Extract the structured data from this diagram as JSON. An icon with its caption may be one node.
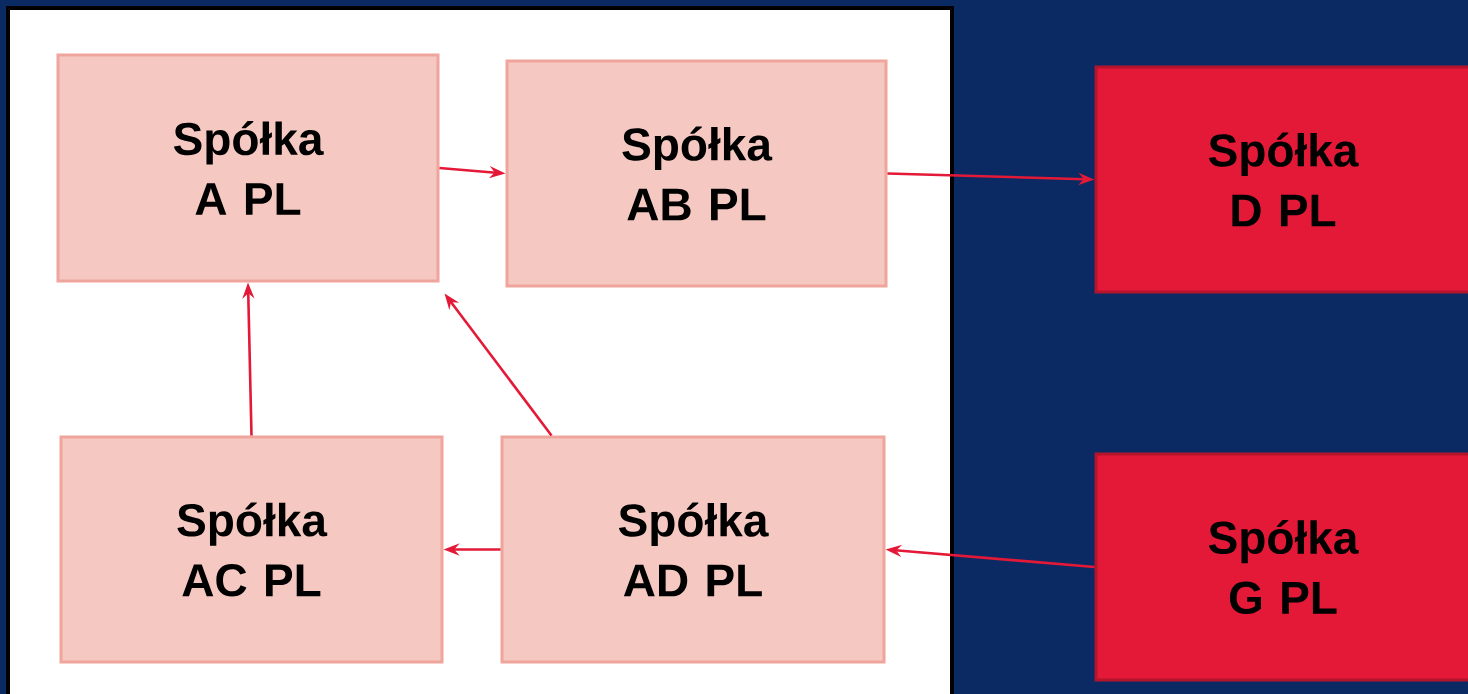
{
  "diagram": {
    "nodes": [
      {
        "text": [
          "Spółka A PL"
        ],
        "in": 6
      },
      {
        "text": [
          "Spółka AB PL"
        ],
        "in": 6
      },
      {
        "text": [
          "Spółka D PL"
        ]
      },
      {
        "text": [
          "Spółka AC PL"
        ],
        "in": 6
      },
      {
        "text": [
          "Spółka AD PL"
        ],
        "in": 6
      },
      {
        "text": [
          "Spółka G PL"
        ]
      },
      {
        "text": [],
        "shape": "box"
      }
    ],
    "edges": [
      {
        "from": 0,
        "to": 1,
        "arrow": "to"
      },
      {
        "from": 1,
        "to": 2,
        "arrow": "to"
      },
      {
        "from": 3,
        "to": 0,
        "arrow": "to"
      },
      {
        "from": 4,
        "to": 0,
        "arrow": "to"
      },
      {
        "from": 4,
        "to": 3,
        "arrow": "to"
      },
      {
        "from": 5,
        "to": 4,
        "arrow": "to"
      }
    ]
  }
}
